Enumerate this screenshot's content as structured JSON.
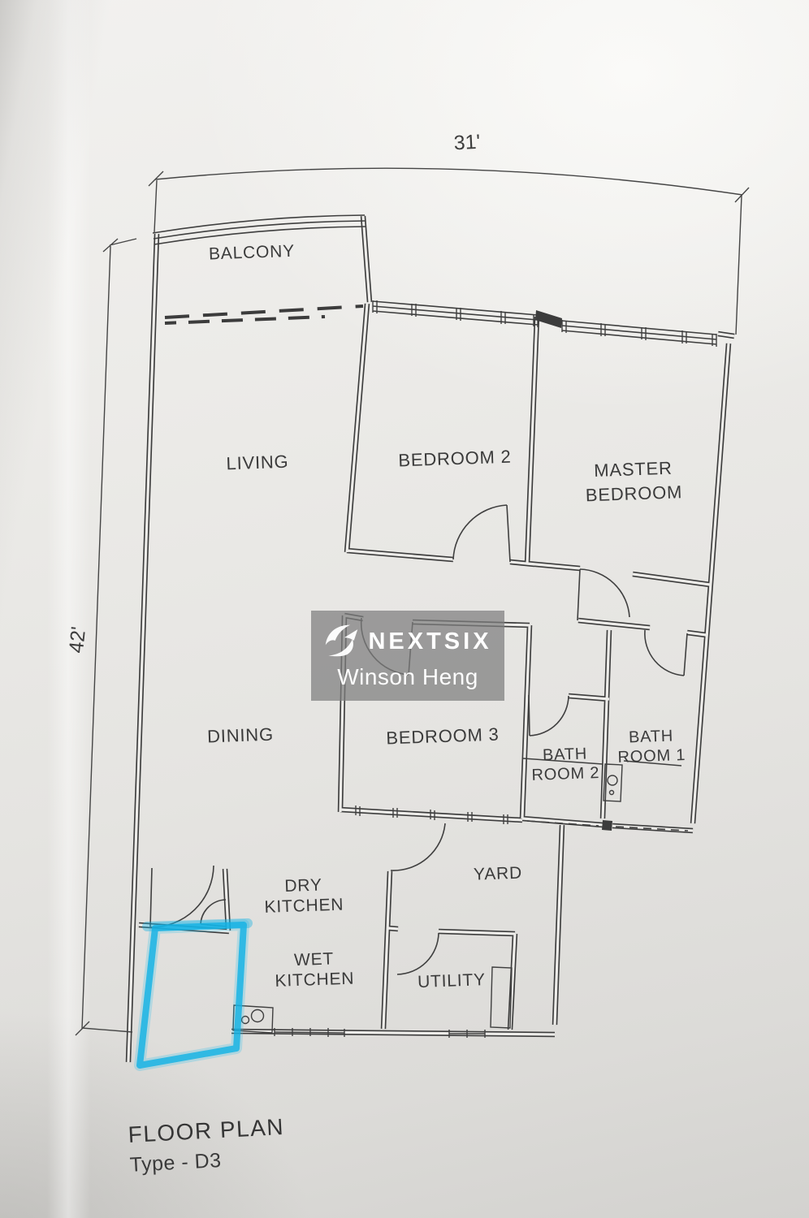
{
  "plan": {
    "title": "FLOOR PLAN",
    "subtitle": "Type - D3",
    "dimensions": {
      "width_label": "31'",
      "height_label": "42'"
    },
    "rooms": {
      "balcony": {
        "label": "BALCONY"
      },
      "living": {
        "label": "LIVING"
      },
      "bedroom2": {
        "label": "BEDROOM 2"
      },
      "master_bedroom": {
        "label": "MASTER\nBEDROOM"
      },
      "dining": {
        "label": "DINING"
      },
      "bedroom3": {
        "label": "BEDROOM 3"
      },
      "bathroom2": {
        "label": "BATH\nROOM 2"
      },
      "bathroom1": {
        "label": "BATH\nROOM 1"
      },
      "dry_kitchen": {
        "label": "DRY\nKITCHEN"
      },
      "wet_kitchen": {
        "label": "WET\nKITCHEN"
      },
      "yard": {
        "label": "YARD"
      },
      "utility": {
        "label": "UTILITY"
      }
    }
  },
  "watermark": {
    "brand": "NEXTSIX",
    "agent_name": "Winson Heng"
  },
  "annotation": {
    "highlight_color": "#14b2e4"
  },
  "colors": {
    "paper": "#e9e8e5",
    "ink": "#3c3c3c"
  }
}
